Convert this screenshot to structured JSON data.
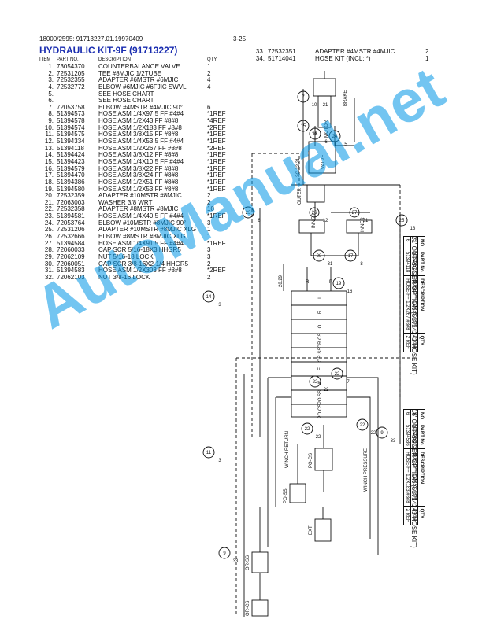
{
  "header": {
    "doc_ref": "18000/2595: 91713227.01.19970409",
    "page_number": "3-25",
    "title": "HYDRAULIC KIT-9F (91713227)"
  },
  "columns": {
    "item": "ITEM",
    "part_no": "PART NO.",
    "description": "DESCRIPTION",
    "qty": "QTY"
  },
  "parts": [
    {
      "no": "1.",
      "pn": "73054370",
      "desc": "COUNTERBALANCE VALVE",
      "qty": "1"
    },
    {
      "no": "2.",
      "pn": "72531205",
      "desc": "TEE #8MJIC 1/2TUBE",
      "qty": "2"
    },
    {
      "no": "3.",
      "pn": "72532355",
      "desc": "ADAPTER #6MSTR #6MJIC",
      "qty": "4"
    },
    {
      "no": "4.",
      "pn": "72532772",
      "desc": "ELBOW #6MJIC #6FJIC SWVL",
      "qty": "4"
    },
    {
      "no": "5.",
      "pn": "",
      "desc": "SEE HOSE CHART",
      "qty": ""
    },
    {
      "no": "6.",
      "pn": "",
      "desc": "SEE HOSE CHART",
      "qty": ""
    },
    {
      "no": "7.",
      "pn": "72053758",
      "desc": "ELBOW #4MSTR #4MJIC 90°",
      "qty": "6"
    },
    {
      "no": "8.",
      "pn": "51394573",
      "desc": "HOSE ASM 1/4X97.5 FF #4#4",
      "qty": "*1REF"
    },
    {
      "no": "9.",
      "pn": "51394578",
      "desc": "HOSE ASM 1/2X43 FF #8#8",
      "qty": "*4REF"
    },
    {
      "no": "10.",
      "pn": "51394574",
      "desc": "HOSE ASM 1/2X183 FF #8#8",
      "qty": "*2REF"
    },
    {
      "no": "11.",
      "pn": "51394575",
      "desc": "HOSE ASM 3/8X15 FF #8#8",
      "qty": "*1REF"
    },
    {
      "no": "12.",
      "pn": "51394334",
      "desc": "HOSE ASM 1/4X53.5 FF #4#4",
      "qty": "*1REF"
    },
    {
      "no": "13.",
      "pn": "51394118",
      "desc": "HOSE ASM 1/2X267 FF #8#8",
      "qty": "*2REF"
    },
    {
      "no": "14.",
      "pn": "51394424",
      "desc": "HOSE ASM 3/8X12 FF #8#8",
      "qty": "*1REF"
    },
    {
      "no": "15.",
      "pn": "51394423",
      "desc": "HOSE ASM 1/4X10.5 FF #4#4",
      "qty": "*1REF"
    },
    {
      "no": "16.",
      "pn": "51394579",
      "desc": "HOSE ASM 3/8X22 FF #8#8",
      "qty": "*1REF"
    },
    {
      "no": "17.",
      "pn": "51394470",
      "desc": "HOSE ASM 3/8X24 FF #8#8",
      "qty": "*1REF"
    },
    {
      "no": "18.",
      "pn": "51394386",
      "desc": "HOSE ASM 1/2X51 FF #8#8",
      "qty": "*1REF"
    },
    {
      "no": "19.",
      "pn": "51394580",
      "desc": "HOSE ASM 1/2X53 FF #8#8",
      "qty": "*1REF"
    },
    {
      "no": "20.",
      "pn": "72532359",
      "desc": "ADAPTER #10MSTR #8MJIC",
      "qty": "2"
    },
    {
      "no": "21.",
      "pn": "72063003",
      "desc": "WASHER 3/8 WRT",
      "qty": "2"
    },
    {
      "no": "22.",
      "pn": "72532358",
      "desc": "ADAPTER #8MSTR #8MJIC",
      "qty": "10"
    },
    {
      "no": "23.",
      "pn": "51394581",
      "desc": "HOSE ASM 1/4X40.5 FF #4#4",
      "qty": "*1REF"
    },
    {
      "no": "24.",
      "pn": "72053764",
      "desc": "ELBOW #10MSTR #8MJIC 90°",
      "qty": "3"
    },
    {
      "no": "25.",
      "pn": "72531206",
      "desc": "ADAPTER #10MSTR #8MJIC XLG",
      "qty": "1"
    },
    {
      "no": "26.",
      "pn": "72532666",
      "desc": "ELBOW #8MSTR #8MJIC XLG",
      "qty": "1"
    },
    {
      "no": "27.",
      "pn": "51394584",
      "desc": "HOSE ASM 1/4X91.5 FF #4#4",
      "qty": "*1REF"
    },
    {
      "no": "28.",
      "pn": "72060033",
      "desc": "CAP SCR 5/16-18X3 HHGR5",
      "qty": "3"
    },
    {
      "no": "29.",
      "pn": "72062109",
      "desc": "NUT 5/16-18 LOCK",
      "qty": "3"
    },
    {
      "no": "30.",
      "pn": "72060051",
      "desc": "CAP SCR 3/8-16X2-1/4 HHGR5",
      "qty": "2"
    },
    {
      "no": "31.",
      "pn": "51394583",
      "desc": "HOSE ASM 1/2X303 FF #8#8",
      "qty": "*2REF"
    },
    {
      "no": "32.",
      "pn": "72062103",
      "desc": "NUT 3/8-16 LOCK",
      "qty": "2"
    }
  ],
  "parts_right": [
    {
      "no": "33.",
      "pn": "72532351",
      "desc": "ADAPTER #4MSTR #4MJIC",
      "qty": "2"
    },
    {
      "no": "34.",
      "pn": "51714041",
      "desc": "HOSE KIT (INCL: *)",
      "qty": "1"
    }
  ],
  "diagram": {
    "labels": {
      "brake": "BRAKE",
      "motor": "MOTOR",
      "valve": "VALVE",
      "outer": "OUTER",
      "inner1": "INNER",
      "inner2": "INNER",
      "r": "R",
      "p": "P",
      "winch_return": "WINCH RETURN",
      "winch_pressure": "WINCH PRESSURE",
      "po_cs": "PO-CS",
      "po_ss": "PO-SS",
      "ext": "EXT",
      "or_ss": "OR-SS",
      "or_cs": "OR-CS",
      "dim": "28.29",
      "valve_id": "3C.32.21"
    },
    "valve_sections": [
      "I",
      "R",
      "O",
      "OR CS",
      "OR SS",
      "E",
      "W",
      "PO SS",
      "PO CS"
    ],
    "callouts": [
      "7",
      "15",
      "18",
      "24",
      "23",
      "25",
      "26",
      "27",
      "28",
      "17",
      "19",
      "14",
      "11",
      "9",
      "9",
      "22",
      "22",
      "22",
      "22",
      "10",
      "10",
      "6",
      "5",
      "6",
      "13",
      "12",
      "31",
      "31",
      "8",
      "16",
      "3",
      "3",
      "33",
      "33",
      "22",
      "22",
      "22",
      "7",
      "21"
    ]
  },
  "options": {
    "opt21_title": "21' OUTRIGGER OPTION (51714242 HOSE KIT)",
    "opt16_title": "16' OUTRIGGER OPTION (51714243 HOSE KIT)",
    "table_header": [
      "NO",
      "PART No.",
      "DESCRIPTION",
      "QTY"
    ],
    "opt21_rows": [
      [
        "5",
        "51394578",
        "HOSE-FF 1/2X35 #8#8",
        "2 REF"
      ],
      [
        "6",
        "51394118",
        "HOSE-FF 1/2X267 #8#8",
        "2 REF"
      ]
    ],
    "opt16_rows": [
      [
        "5",
        "51394580",
        "HOSE-FF 1/2X53 #8#8",
        "2 REF"
      ],
      [
        "6",
        "51394586",
        "HOSE-FF 1/2X183 #8#8",
        "2 REF"
      ]
    ]
  },
  "watermark": "AutoManual.net"
}
